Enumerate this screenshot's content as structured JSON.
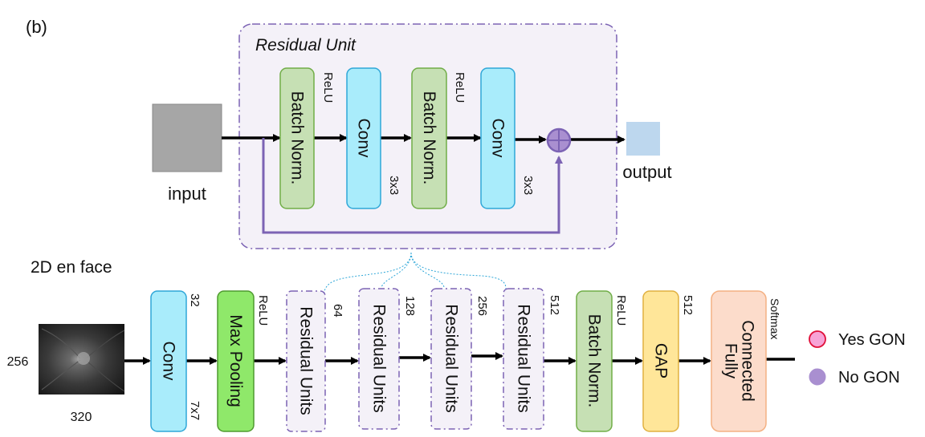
{
  "panel_label": "(b)",
  "residual_unit": {
    "title": "Residual Unit",
    "input_label": "input",
    "output_label": "output",
    "batch_norm_1": "Batch Norm.",
    "relu_1": "ReLU",
    "conv_1": "Conv",
    "kernel_1": "3x3",
    "batch_norm_2": "Batch Norm.",
    "relu_2": "ReLU",
    "conv_2": "Conv",
    "kernel_2": "3x3"
  },
  "network": {
    "section_title": "2D en face",
    "image_height": "256",
    "image_width": "320",
    "conv": "Conv",
    "conv_channels": "32",
    "conv_kernel": "7x7",
    "max_pooling": "Max Pooling",
    "relu_1": "ReLU",
    "res_units_1": "Residual Units",
    "channels_1": "64",
    "res_units_2": "Residual Units",
    "channels_2": "128",
    "res_units_3": "Residual Units",
    "channels_3": "256",
    "res_units_4": "Residual Units",
    "channels_4": "512",
    "batch_norm": "Batch Norm.",
    "relu_2": "ReLU",
    "gap": "GAP",
    "gap_channels": "512",
    "fully_connected_1": "Fully",
    "fully_connected_2": "Connected",
    "softmax": "Softmax"
  },
  "legend": {
    "yes_gon": "Yes GON",
    "no_gon": "No GON",
    "yes_color": "#f7a3d6",
    "no_color": "#a98fd0"
  },
  "colors": {
    "batch_norm": "#c6e0b4",
    "conv": "#a9ecfb",
    "max_pooling": "#8fe86a",
    "gap": "#ffe699",
    "fully_connected": "#fcdccb",
    "residual_bg": "#f4f1f8",
    "purple": "#7c63b4"
  }
}
